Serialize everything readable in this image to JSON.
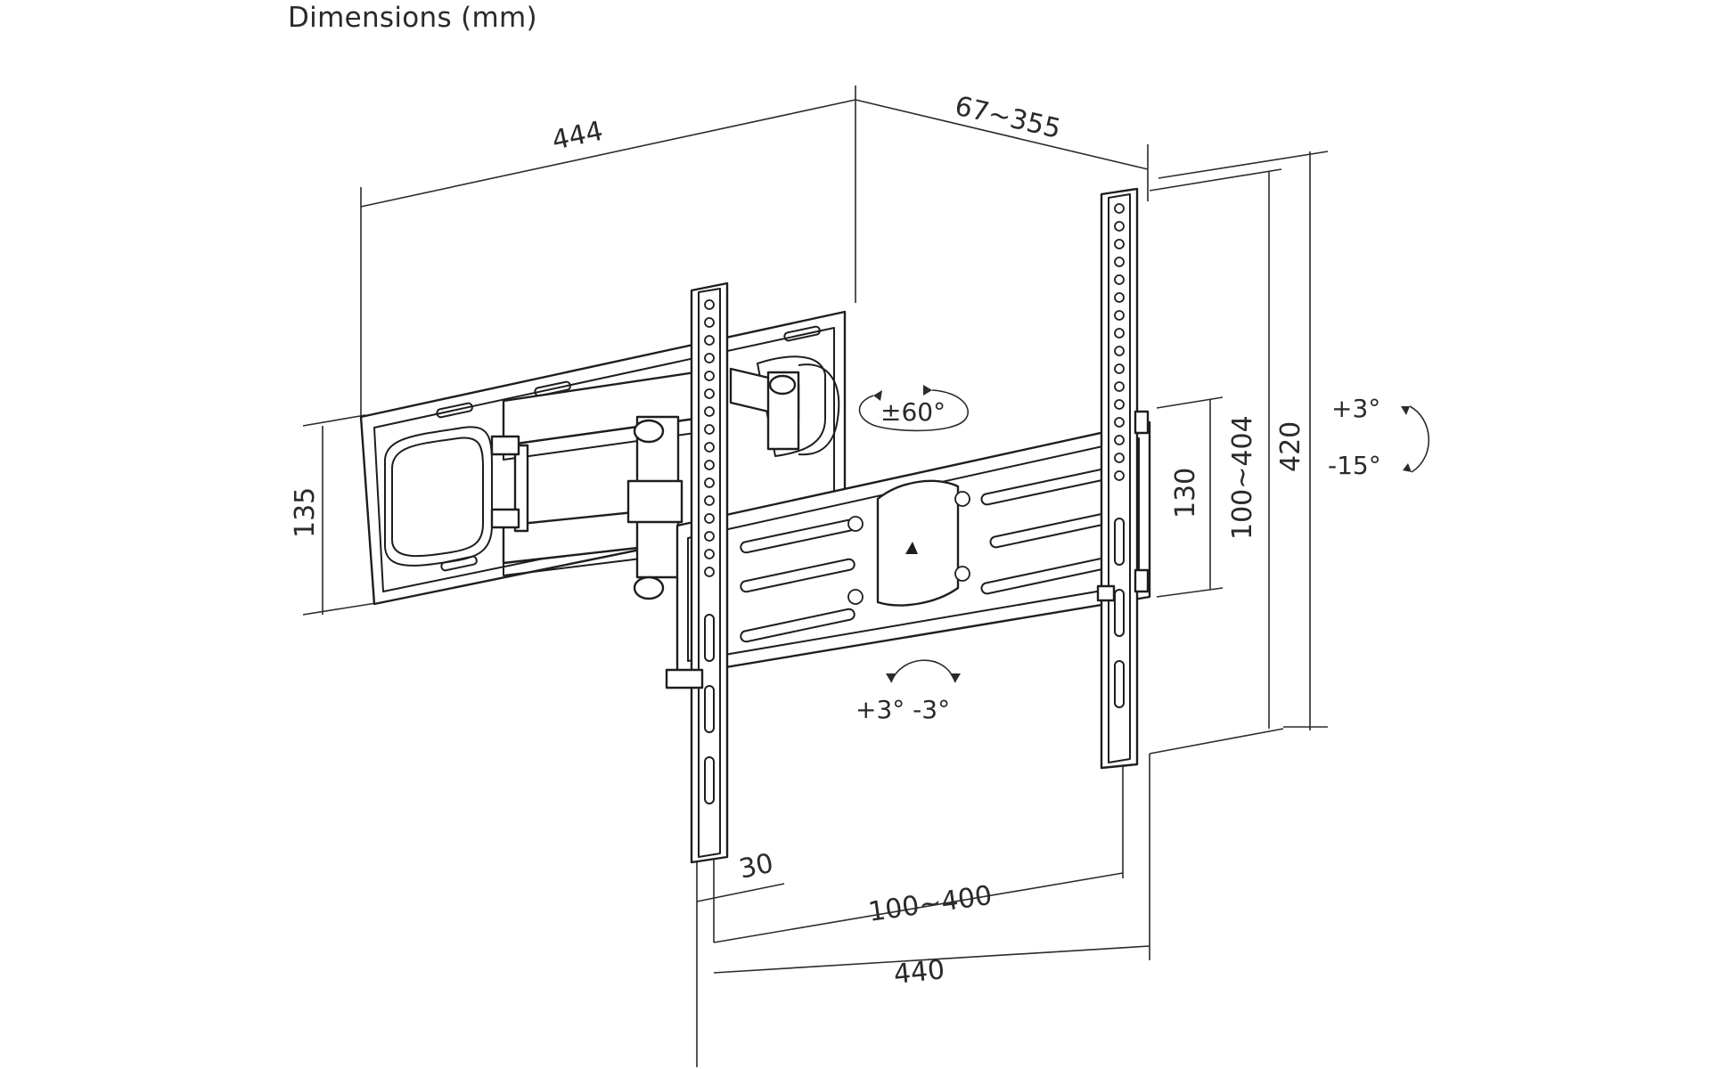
{
  "heading": "Dimensions (mm)",
  "dimensions": {
    "wall_plate_width": "444",
    "arm_extension": "67~355",
    "wall_plate_height": "135",
    "mid_bracket_height": "130",
    "vesa_vertical": "100~404",
    "total_height": "420",
    "bracket_spacing": "30",
    "vesa_horizontal": "100~400",
    "total_width": "440"
  },
  "angles": {
    "swivel": "±60°",
    "tilt_up": "+3°",
    "tilt_down": "-15°",
    "level": "+3° -3°"
  },
  "colors": {
    "line": "#2b2b2b",
    "text": "#2a2a2a",
    "background": "#ffffff"
  }
}
